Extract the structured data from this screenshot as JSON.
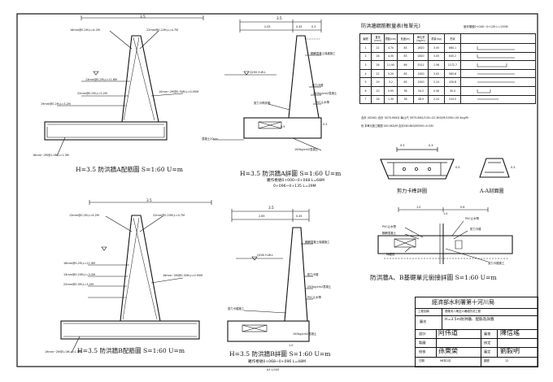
{
  "drawings": {
    "wall_a_rebar": {
      "caption": "H=3.5 防洪牆A配筋圖 S=1:60 U=m",
      "dim_top": "3.5",
      "labels": {
        "r1": "16mm@0.2M,L=4.2M",
        "r2": "22mm@0.22M,L=4.7M",
        "r3": "13mm@0.2M,L=11.6M",
        "r4": "22mm@0.2M,L=3.2M",
        "r5": "19mm@0.2M,L=3.2M",
        "r6": "10mm~2M@0.30M,L=0.95M",
        "r7": "16mm~2M@1.0M,L=1.3M"
      }
    },
    "wall_a_detail": {
      "caption": "H=3.5 防洪牆A詳圖 S=1:60 U=m",
      "sub1": "羅作樁號0+000~0+068 L=68M",
      "sub2": "0+096~0+135 L=39M",
      "dims": {
        "top": "3.5",
        "a": "2.05",
        "b": "0.45",
        "c": "1.0",
        "d": "0.3"
      },
      "notes": {
        "n1": "鋼網混凝土保護施工",
        "n2": "Q200 H.W.L",
        "n3": "防力卡樁",
        "n4": "250kg/cm2混凝土",
        "n5": "PVC止水帶",
        "n6": "剪力卡榫詳圖",
        "n7": "100kg/cm2混凝土",
        "n8": "混凝土20cm",
        "n9": "0.5",
        "n10": "0.3"
      }
    },
    "wall_b_rebar": {
      "caption": "H=3.5 防洪牆B配筋圖 S=1:60 U=m",
      "dim_top": "3.5",
      "labels": {
        "r1": "13mm@0.2M,L=4.2M",
        "r2": "22mm@0.20M,L=4.7M",
        "r3": "16mm@0.2M,L=11.9M",
        "r4": "13mm@0.20M,L=3.2M",
        "r5": "22mm@0.3M,L=3.2M",
        "r6": "16mm~2M@0.30M,L=0.95M",
        "r7": "19mm~2M@1.0M,L=1.3M"
      }
    },
    "wall_b_detail": {
      "caption": "H=3.5 防洪牆B詳圖 S=1:60 U=m",
      "sub1": "羅作樁號0+068~0+096 L=48M",
      "dims": {
        "top": "3.5",
        "a": "2.65",
        "b": "0.45",
        "c": "1.0"
      },
      "notes": {
        "n1": "鋼網混凝土保護施工",
        "n2": "Q200 H.W.L",
        "n3": "防力卡樁",
        "n4": "250kg/cm2混凝土",
        "n5": "PVC止水帶",
        "n6": "100kg/cm2混凝土",
        "n7": "剪力卡樁施工"
      }
    },
    "shear_key": {
      "caption": "剪力卡榫詳圖",
      "dims": {
        "a": "0.3",
        "b": "0.3",
        "c": "0.5"
      }
    },
    "section_aa": {
      "caption": "A-A剖面圖",
      "dims": {
        "a": "0.3"
      }
    },
    "joint_detail": {
      "caption": "防洪牆A、B基礎單元銜接詳圖 S=1:60 U=m",
      "notes": {
        "n1": "PVC止水帶",
        "n2": "鋼網混凝土",
        "n3": "PVC止水帶",
        "n4": "防力卡樁",
        "n5": "伸縮縫",
        "n6": "剪力卡樁施工"
      },
      "dims": {
        "a": "1.0",
        "b": "0.6",
        "c": "1.0"
      }
    }
  },
  "rebar_table": {
    "title": "防洪牆鋼筋數量表(每單元)",
    "subtitle": "施作樁號0+000~0+135 L=135M",
    "headers": [
      "編號",
      "直徑(mm)",
      "間距(cm)",
      "長度(m)",
      "單位重(kg/m)",
      "重量(kg)",
      "形狀"
    ],
    "rows": [
      [
        "1",
        "22",
        "4.70",
        "83",
        "2820",
        "3.05",
        "860.1"
      ],
      [
        "2",
        "16",
        "4.00",
        "83",
        "2820",
        "3.05",
        "645.2"
      ],
      [
        "3",
        "16",
        "11.95",
        "89",
        "5311",
        "1.56",
        "1272.7"
      ],
      [
        "4",
        "22",
        "3.20",
        "83",
        "1920",
        "3.05",
        "585.6"
      ],
      [
        "5",
        "19",
        "3.2",
        "83",
        "1920",
        "2.24",
        "430.8"
      ],
      [
        "6",
        "10",
        "0.95",
        "38",
        "54.2",
        "0.56",
        "30.4"
      ],
      [
        "7",
        "16",
        "1.30",
        "38",
        "48.9",
        "2.24",
        "104.5"
      ]
    ],
    "summary": "合計 (SD40) 合計 3070.64KG  每公尺 3975.8KG/133=22.3KG/M/1000=20.4kg/M",
    "note": "砼 本單元施工範圍 180.5KG/M 合計260.8KG/M/500=0.5/M"
  },
  "title_block": {
    "agency": "經濟部水利署第十河川局",
    "project_label": "工程名稱",
    "project": "基隆河八堵至六堵段防洪工程",
    "drawing_label": "圖名",
    "drawing": "H=3.5m防洪牆、配筋及詳圖",
    "rows": [
      {
        "label": "設計",
        "sign": "阿伟道",
        "label2": "審查",
        "sign2": "陳信瑤"
      },
      {
        "label": "製圖",
        "sign": "",
        "label2": "核定",
        "sign2": ""
      },
      {
        "label": "校核",
        "sign": "孫東榮",
        "label2": "審定",
        "sign2": "劉毅明"
      }
    ],
    "date_label": "日期",
    "date": "96年2月",
    "sheet_label": "圖號",
    "sheet": "12"
  },
  "footer": "A3 1/105"
}
